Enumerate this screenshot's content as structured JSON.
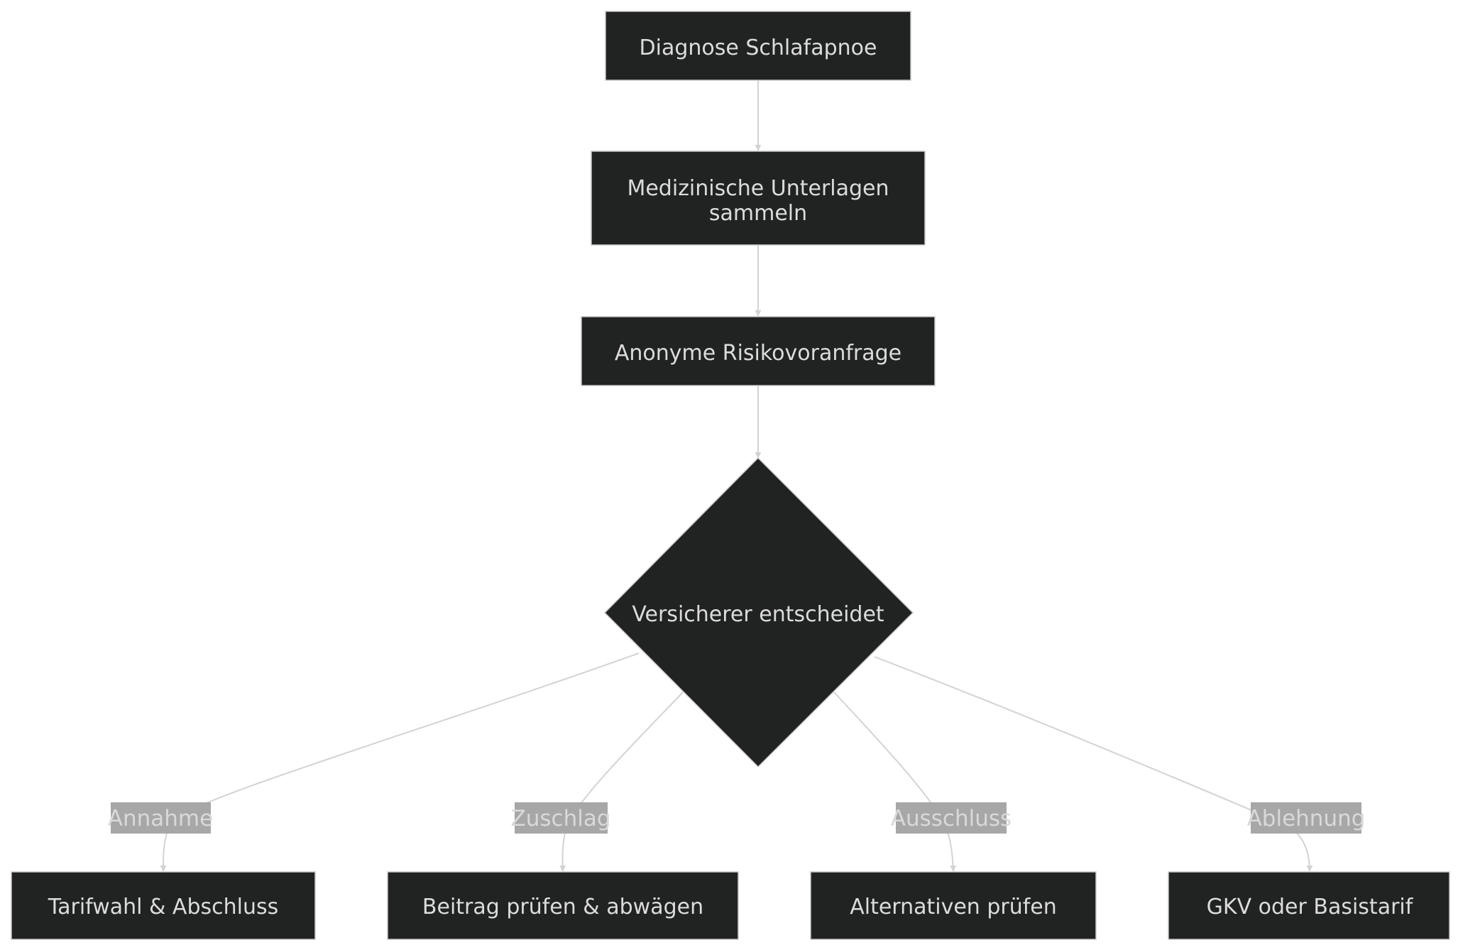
{
  "diagram": {
    "type": "flowchart",
    "colors": {
      "node_fill": "#212222",
      "node_stroke": "#c8c8c8",
      "node_text": "#dcdcdc",
      "edge": "#d3d3d3",
      "edge_label_bg": "#a7a7a7",
      "edge_label_text": "#d9d9d9"
    },
    "nodes": {
      "diagnose": {
        "label": "Diagnose Schlafapnoe"
      },
      "unterlagen": {
        "line1": "Medizinische Unterlagen",
        "line2": "sammeln"
      },
      "voranfrage": {
        "label": "Anonyme Risikovoranfrage"
      },
      "entscheidung": {
        "label": "Versicherer entscheidet"
      },
      "tarifwahl": {
        "label": "Tarifwahl & Abschluss"
      },
      "beitrag": {
        "label": "Beitrag prüfen & abwägen"
      },
      "alternativen": {
        "label": "Alternativen prüfen"
      },
      "gkv": {
        "label": "GKV oder Basistarif"
      }
    },
    "edges": {
      "annahme": {
        "label": "Annahme"
      },
      "zuschlag": {
        "label": "Zuschlag"
      },
      "ausschluss": {
        "label": "Ausschluss"
      },
      "ablehnung": {
        "label": "Ablehnung"
      }
    }
  }
}
